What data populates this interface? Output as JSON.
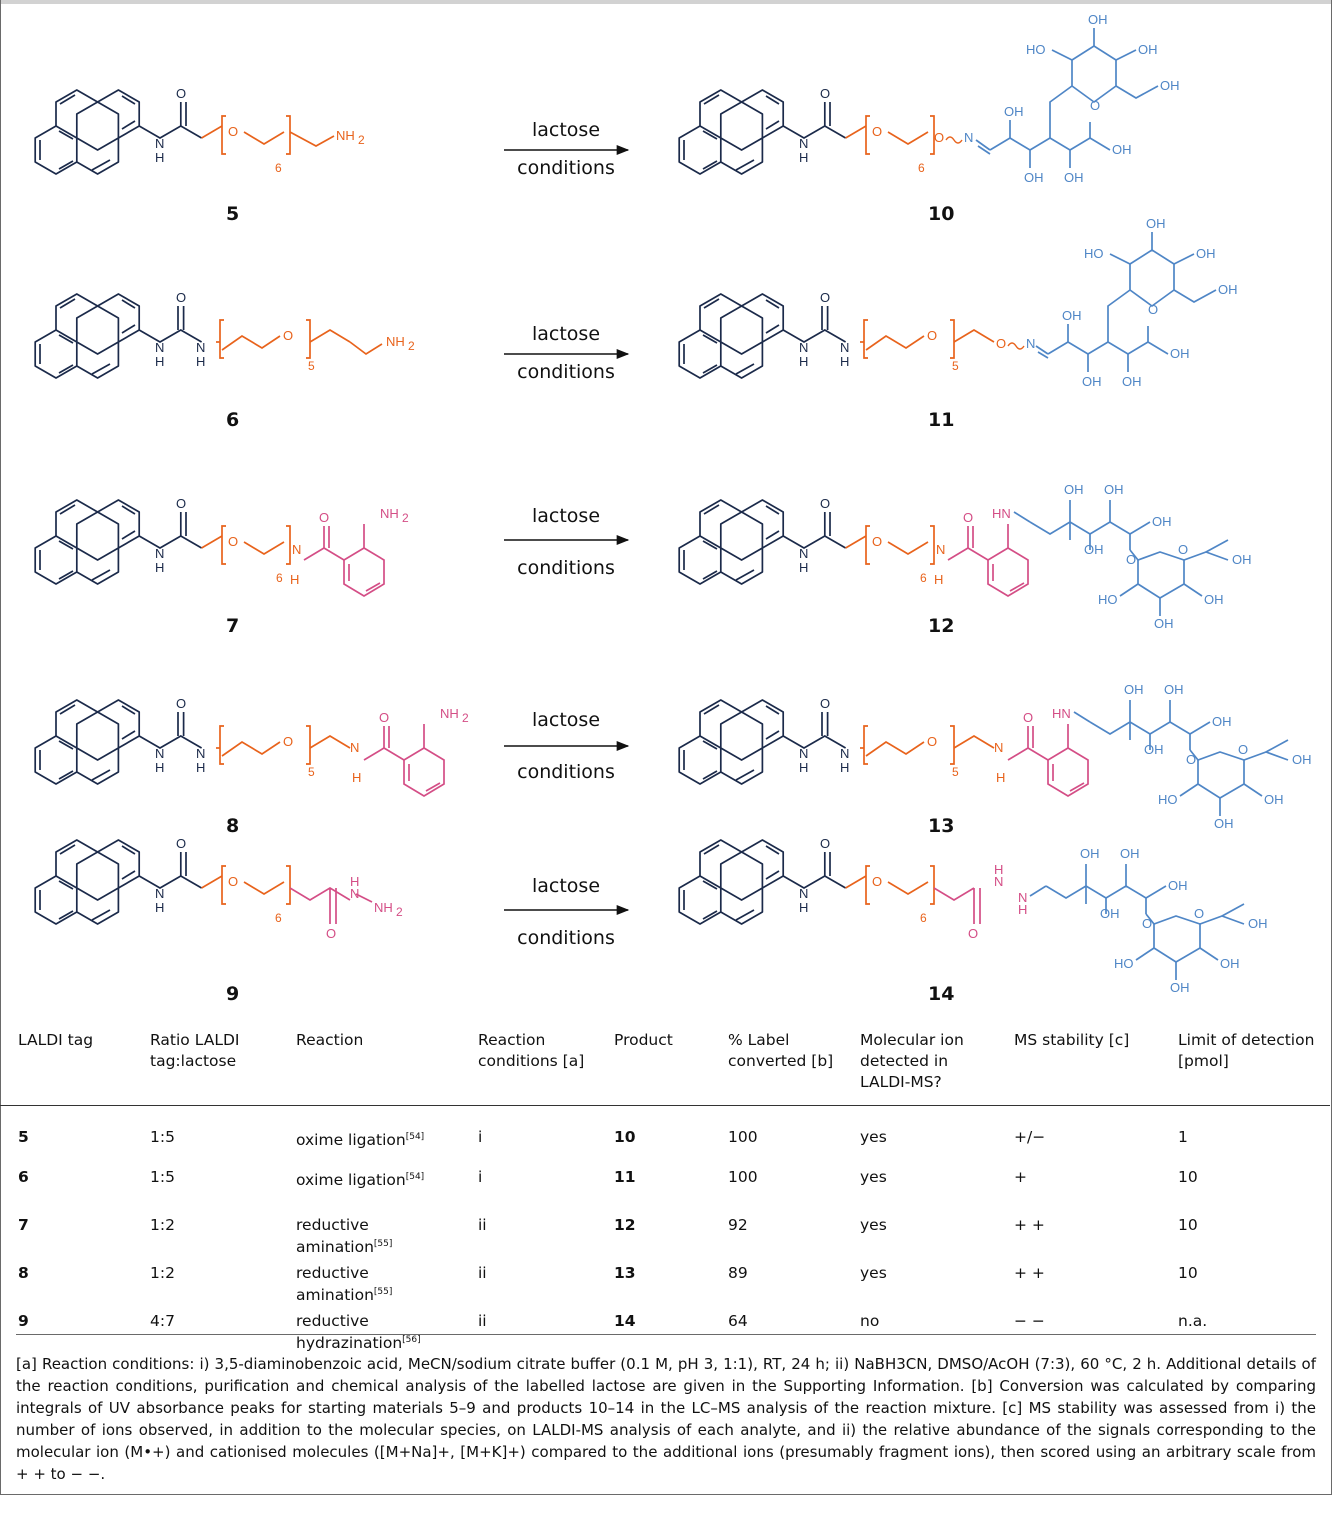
{
  "scheme": {
    "arrow_top_label": "lactose",
    "arrow_bottom_label": "conditions",
    "starting_materials": [
      "5",
      "6",
      "7",
      "8",
      "9"
    ],
    "products": [
      "10",
      "11",
      "12",
      "13",
      "14"
    ],
    "repeat_counts": [
      "6",
      "5",
      "6",
      "5",
      "6"
    ],
    "atoms": {
      "O": "O",
      "NH2": "NH",
      "H": "H",
      "N": "N",
      "HN": "HN",
      "OH": "OH",
      "HO": "HO",
      "two": "2"
    },
    "colors": {
      "pyrene": "#1b2a4a",
      "linker": "#e8631c",
      "reactive": "#d44e86",
      "sugar": "#4f86c6"
    }
  },
  "table": {
    "headers": [
      "LALDI tag",
      "Ratio LALDI tag:lactose",
      "Reaction",
      "Reaction conditions [a]",
      "Product",
      "% Label converted [b]",
      "Molecular ion detected in LALDI-MS?",
      "MS stability [c]",
      "Limit of detection [pmol]"
    ],
    "rows": [
      {
        "tag": "5",
        "ratio": "1:5",
        "reaction": "oxime ligation",
        "ref": "[54]",
        "conditions": "i",
        "product": "10",
        "converted": "100",
        "detected": "yes",
        "stability": "+/−",
        "lod": "1"
      },
      {
        "tag": "6",
        "ratio": "1:5",
        "reaction": "oxime ligation",
        "ref": "[54]",
        "conditions": "i",
        "product": "11",
        "converted": "100",
        "detected": "yes",
        "stability": "+",
        "lod": "10"
      },
      {
        "tag": "7",
        "ratio": "1:2",
        "reaction": "reductive amination",
        "ref": "[55]",
        "conditions": "ii",
        "product": "12",
        "converted": "92",
        "detected": "yes",
        "stability": "+ +",
        "lod": "10"
      },
      {
        "tag": "8",
        "ratio": "1:2",
        "reaction": "reductive amination",
        "ref": "[55]",
        "conditions": "ii",
        "product": "13",
        "converted": "89",
        "detected": "yes",
        "stability": "+ +",
        "lod": "10"
      },
      {
        "tag": "9",
        "ratio": "4:7",
        "reaction": "reductive hydrazination",
        "ref": "[56]",
        "conditions": "ii",
        "product": "14",
        "converted": "64",
        "detected": "no",
        "stability": "− −",
        "lod": "n.a."
      }
    ]
  },
  "footnote": "[a] Reaction conditions: i) 3,5-diaminobenzoic acid, MeCN/sodium citrate buffer (0.1 M, pH 3, 1:1), RT, 24 h; ii) NaBH3CN, DMSO/AcOH (7:3), 60 °C, 2 h. Additional details of the reaction conditions, purification and chemical analysis of the labelled lactose are given in the Supporting Information. [b] Conversion was calculated by comparing integrals of UV absorbance peaks for starting materials 5–9 and products 10–14 in the LC–MS analysis of the reaction mixture. [c] MS stability was assessed from i) the number of ions observed, in addition to the molecular species, on LALDI-MS analysis of each analyte, and ii) the relative abundance of the signals corresponding to the molecular ion (M•+) and cationised molecules ([M+Na]+, [M+K]+) compared to the additional ions (presumably fragment ions), then scored using an arbitrary scale from + + to − −."
}
